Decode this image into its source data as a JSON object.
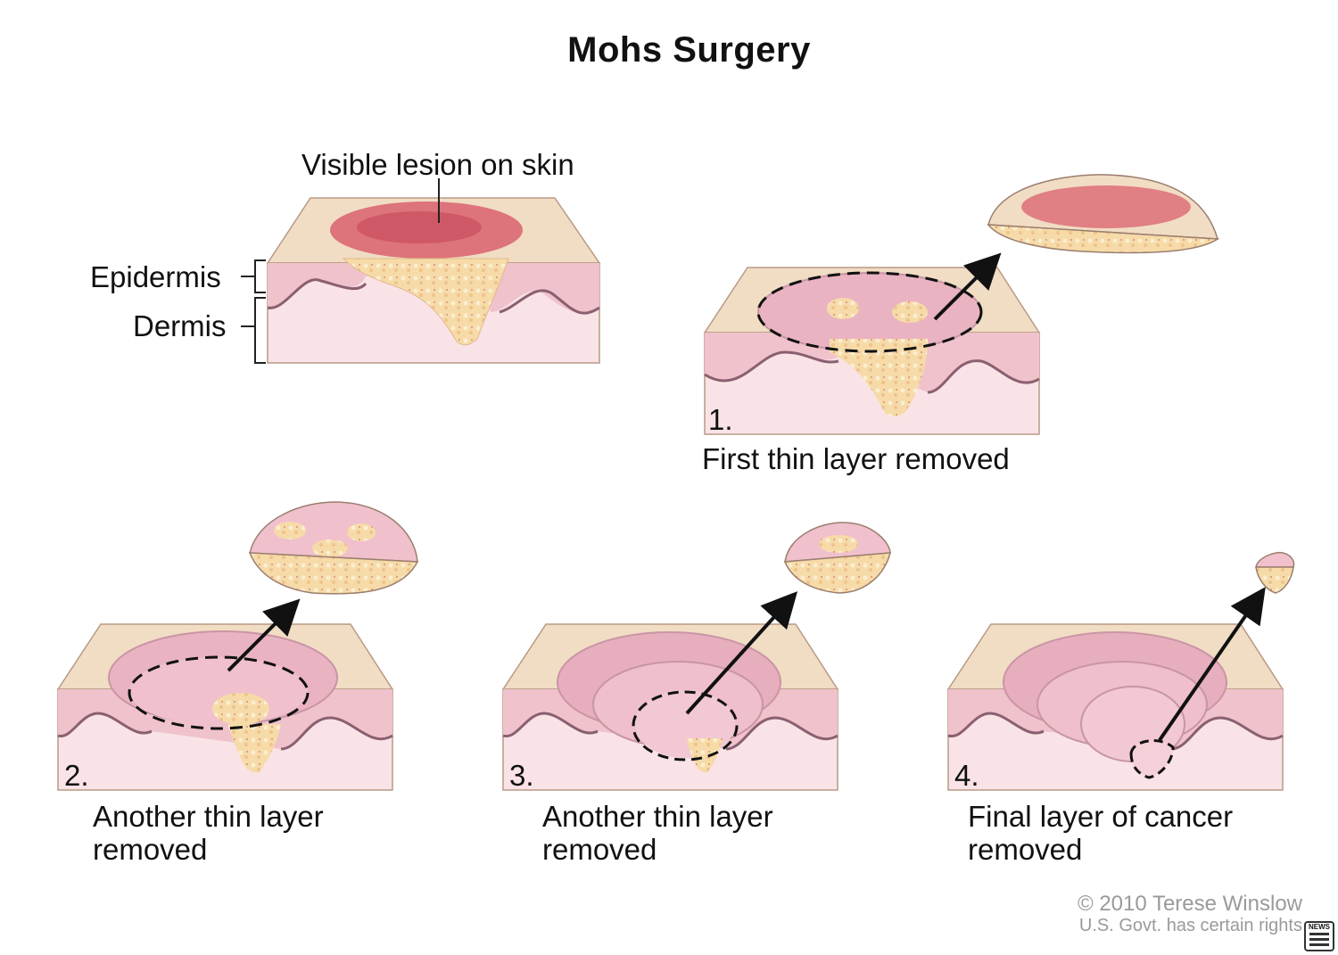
{
  "title": "Mohs Surgery",
  "labels": {
    "lesion": "Visible lesion on skin",
    "epidermis": "Epidermis",
    "dermis": "Dermis"
  },
  "steps": [
    {
      "number": "1.",
      "caption": "First thin layer removed"
    },
    {
      "number": "2.",
      "caption": "Another thin layer\nremoved"
    },
    {
      "number": "3.",
      "caption": "Another thin layer\nremoved"
    },
    {
      "number": "4.",
      "caption": "Final layer of cancer\nremoved"
    }
  ],
  "credit": {
    "line1": "© 2010 Terese Winslow",
    "line2": "U.S. Govt. has certain rights"
  },
  "badge": {
    "text": "NEWS"
  },
  "colors": {
    "skin_top": "#f1dcc4",
    "epidermis": "#f0c2cc",
    "dermis": "#f9e3e7",
    "cavity": "#eab3c2",
    "lesion": "#d9606f",
    "tumor": "#f6d9a6",
    "outline": "#8a6070"
  }
}
